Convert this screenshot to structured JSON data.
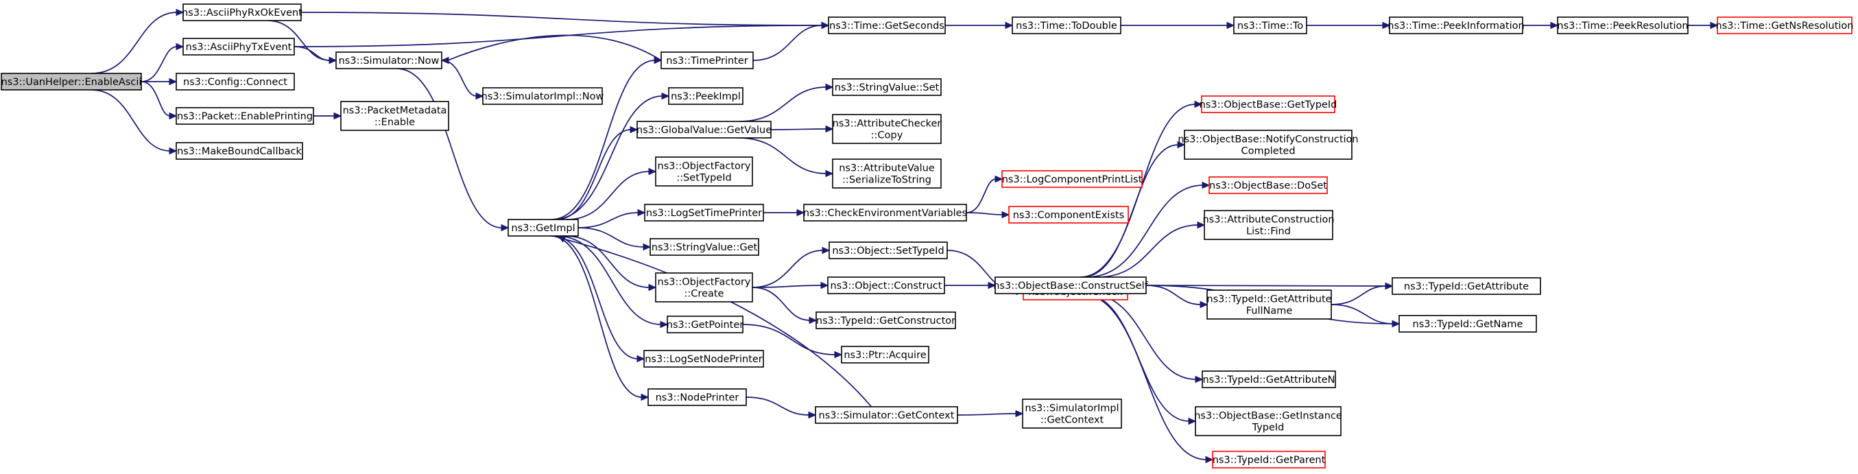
{
  "nodes": [
    {
      "id": "root",
      "lines": [
        "ns3::UanHelper::EnableAscii"
      ],
      "style": "root"
    },
    {
      "id": "rxok",
      "lines": [
        "ns3::AsciiPhyRxOkEvent"
      ]
    },
    {
      "id": "tx",
      "lines": [
        "ns3::AsciiPhyTxEvent"
      ]
    },
    {
      "id": "connect",
      "lines": [
        "ns3::Config::Connect"
      ]
    },
    {
      "id": "enableprinting",
      "lines": [
        "ns3::Packet::EnablePrinting"
      ]
    },
    {
      "id": "mbc",
      "lines": [
        "ns3::MakeBoundCallback"
      ]
    },
    {
      "id": "pmenable",
      "lines": [
        "ns3::PacketMetadata",
        "::Enable"
      ]
    },
    {
      "id": "simnow",
      "lines": [
        "ns3::Simulator::Now"
      ]
    },
    {
      "id": "simimplnow",
      "lines": [
        "ns3::SimulatorImpl::Now"
      ]
    },
    {
      "id": "getimpl",
      "lines": [
        "ns3::GetImpl"
      ]
    },
    {
      "id": "timeprinter",
      "lines": [
        "ns3::TimePrinter"
      ]
    },
    {
      "id": "peekimpl",
      "lines": [
        "ns3::PeekImpl"
      ]
    },
    {
      "id": "gvgetvalue",
      "lines": [
        "ns3::GlobalValue::GetValue"
      ]
    },
    {
      "id": "ofsettypeid",
      "lines": [
        "ns3::ObjectFactory",
        "::SetTypeId"
      ]
    },
    {
      "id": "logsettimeprinter",
      "lines": [
        "ns3::LogSetTimePrinter"
      ]
    },
    {
      "id": "svget",
      "lines": [
        "ns3::StringValue::Get"
      ]
    },
    {
      "id": "ofcreate",
      "lines": [
        "ns3::ObjectFactory",
        "::Create"
      ]
    },
    {
      "id": "getpointer",
      "lines": [
        "ns3::GetPointer"
      ]
    },
    {
      "id": "logsetnodeprinter",
      "lines": [
        "ns3::LogSetNodePrinter"
      ]
    },
    {
      "id": "nodeprinter",
      "lines": [
        "ns3::NodePrinter"
      ]
    },
    {
      "id": "timegetseconds",
      "lines": [
        "ns3::Time::GetSeconds"
      ]
    },
    {
      "id": "timetodouble",
      "lines": [
        "ns3::Time::ToDouble"
      ]
    },
    {
      "id": "timeto",
      "lines": [
        "ns3::Time::To"
      ]
    },
    {
      "id": "timepeekinfo",
      "lines": [
        "ns3::Time::PeekInformation"
      ]
    },
    {
      "id": "timepeekres",
      "lines": [
        "ns3::Time::PeekResolution"
      ]
    },
    {
      "id": "timegetns",
      "lines": [
        "ns3::Time::GetNsResolution"
      ],
      "style": "red"
    },
    {
      "id": "svset",
      "lines": [
        "ns3::StringValue::Set"
      ]
    },
    {
      "id": "accopy",
      "lines": [
        "ns3::AttributeChecker",
        "::Copy"
      ]
    },
    {
      "id": "avser",
      "lines": [
        "ns3::AttributeValue",
        "::SerializeToString"
      ]
    },
    {
      "id": "checkenv",
      "lines": [
        "ns3::CheckEnvironmentVariables"
      ]
    },
    {
      "id": "logcpl",
      "lines": [
        "ns3::LogComponentPrintList"
      ],
      "style": "red"
    },
    {
      "id": "compexists",
      "lines": [
        "ns3::ComponentExists"
      ],
      "style": "red"
    },
    {
      "id": "objsettypeid",
      "lines": [
        "ns3::Object::SetTypeId"
      ]
    },
    {
      "id": "objcheck",
      "lines": [
        "ns3::Object::Check"
      ],
      "style": "red"
    },
    {
      "id": "objconstruct",
      "lines": [
        "ns3::Object::Construct"
      ]
    },
    {
      "id": "tidgetctor",
      "lines": [
        "ns3::TypeId::GetConstructor"
      ]
    },
    {
      "id": "ptracquire",
      "lines": [
        "ns3::Ptr::Acquire"
      ]
    },
    {
      "id": "simgetctx",
      "lines": [
        "ns3::Simulator::GetContext"
      ]
    },
    {
      "id": "simimplgetctx",
      "lines": [
        "ns3::SimulatorImpl",
        "::GetContext"
      ]
    },
    {
      "id": "obconstructself",
      "lines": [
        "ns3::ObjectBase::ConstructSelf"
      ]
    },
    {
      "id": "obgettypeid",
      "lines": [
        "ns3::ObjectBase::GetTypeId"
      ],
      "style": "red"
    },
    {
      "id": "obnotify",
      "lines": [
        "ns3::ObjectBase::NotifyConstruction",
        "Completed"
      ]
    },
    {
      "id": "obdoset",
      "lines": [
        "ns3::ObjectBase::DoSet"
      ],
      "style": "red"
    },
    {
      "id": "aclfind",
      "lines": [
        "ns3::AttributeConstruction",
        "List::Find"
      ]
    },
    {
      "id": "tidgetattrfull",
      "lines": [
        "ns3::TypeId::GetAttribute",
        "FullName"
      ]
    },
    {
      "id": "tidgetattrn",
      "lines": [
        "ns3::TypeId::GetAttributeN"
      ]
    },
    {
      "id": "obgetinstance",
      "lines": [
        "ns3::ObjectBase::GetInstance",
        "TypeId"
      ]
    },
    {
      "id": "tidgetparent",
      "lines": [
        "ns3::TypeId::GetParent"
      ],
      "style": "red"
    },
    {
      "id": "tidgetattr",
      "lines": [
        "ns3::TypeId::GetAttribute"
      ]
    },
    {
      "id": "tidgetname",
      "lines": [
        "ns3::TypeId::GetName"
      ]
    }
  ],
  "edges": [
    [
      "root",
      "rxok"
    ],
    [
      "root",
      "tx"
    ],
    [
      "root",
      "connect"
    ],
    [
      "root",
      "enableprinting"
    ],
    [
      "root",
      "mbc"
    ],
    [
      "rxok",
      "timegetseconds"
    ],
    [
      "rxok",
      "simnow"
    ],
    [
      "tx",
      "timegetseconds"
    ],
    [
      "tx",
      "simnow"
    ],
    [
      "enableprinting",
      "pmenable"
    ],
    [
      "simnow",
      "simimplnow"
    ],
    [
      "simnow",
      "getimpl"
    ],
    [
      "timeprinter",
      "simnow"
    ],
    [
      "timeprinter",
      "timegetseconds"
    ],
    [
      "getimpl",
      "timeprinter"
    ],
    [
      "getimpl",
      "peekimpl"
    ],
    [
      "getimpl",
      "gvgetvalue"
    ],
    [
      "getimpl",
      "ofsettypeid"
    ],
    [
      "getimpl",
      "logsettimeprinter"
    ],
    [
      "getimpl",
      "svget"
    ],
    [
      "getimpl",
      "ofcreate"
    ],
    [
      "getimpl",
      "getpointer"
    ],
    [
      "getimpl",
      "logsetnodeprinter"
    ],
    [
      "getimpl",
      "nodeprinter"
    ],
    [
      "simgetctx",
      "getimpl"
    ],
    [
      "timegetseconds",
      "timetodouble"
    ],
    [
      "timetodouble",
      "timeto"
    ],
    [
      "timeto",
      "timepeekinfo"
    ],
    [
      "timepeekinfo",
      "timepeekres"
    ],
    [
      "timepeekres",
      "timegetns"
    ],
    [
      "gvgetvalue",
      "svset"
    ],
    [
      "gvgetvalue",
      "accopy"
    ],
    [
      "gvgetvalue",
      "avser"
    ],
    [
      "logsettimeprinter",
      "checkenv"
    ],
    [
      "checkenv",
      "logcpl"
    ],
    [
      "checkenv",
      "compexists"
    ],
    [
      "ofcreate",
      "objsettypeid"
    ],
    [
      "ofcreate",
      "objconstruct"
    ],
    [
      "ofcreate",
      "tidgetctor"
    ],
    [
      "objsettypeid",
      "objcheck"
    ],
    [
      "objconstruct",
      "obconstructself"
    ],
    [
      "getpointer",
      "ptracquire"
    ],
    [
      "nodeprinter",
      "simgetctx"
    ],
    [
      "simgetctx",
      "simimplgetctx"
    ],
    [
      "obconstructself",
      "obgettypeid"
    ],
    [
      "obconstructself",
      "obnotify"
    ],
    [
      "obconstructself",
      "obdoset"
    ],
    [
      "obconstructself",
      "aclfind"
    ],
    [
      "obconstructself",
      "tidgetattr"
    ],
    [
      "obconstructself",
      "tidgetattrfull"
    ],
    [
      "obconstructself",
      "tidgetname"
    ],
    [
      "obconstructself",
      "tidgetattrn"
    ],
    [
      "obconstructself",
      "obgetinstance"
    ],
    [
      "obconstructself",
      "tidgetparent"
    ],
    [
      "tidgetattrfull",
      "tidgetattr"
    ],
    [
      "tidgetattrfull",
      "tidgetname"
    ]
  ],
  "colors": {
    "edge": "#191970",
    "root_fill": "#bfbfbf",
    "red_border": "#ff0000",
    "border": "#000000"
  }
}
